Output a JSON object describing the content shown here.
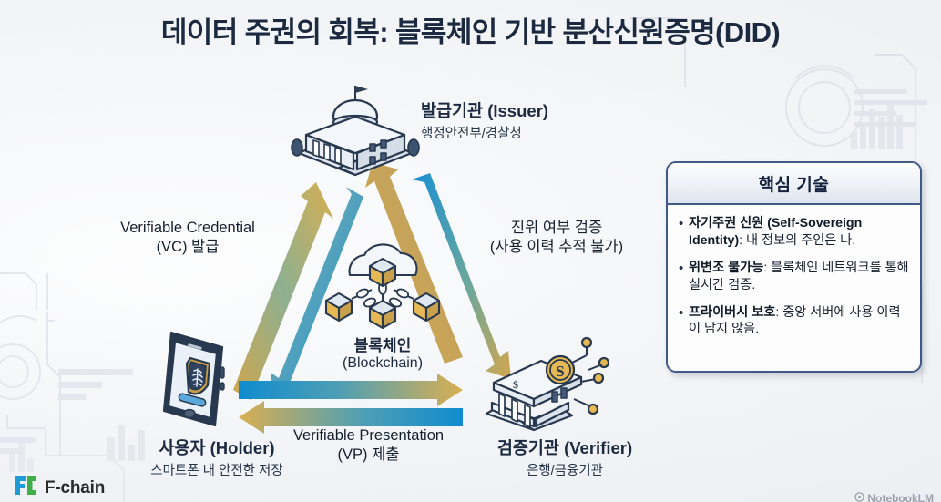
{
  "title": "데이터 주권의 회복: 블록체인 기반 분산신원증명(DID)",
  "nodes": {
    "issuer": {
      "title": "발급기관 (Issuer)",
      "subtitle": "행정안전부/경찰청",
      "icon": "government-building-icon"
    },
    "holder": {
      "title": "사용자 (Holder)",
      "subtitle": "스마트폰 내 안전한 저장",
      "icon": "smartphone-shield-fingerprint-icon"
    },
    "verifier": {
      "title": "검증기관 (Verifier)",
      "subtitle": "은행/금융기관",
      "icon": "bank-building-icon"
    },
    "blockchain": {
      "title": "블록체인",
      "subtitle": "(Blockchain)",
      "icon": "blockchain-cloud-nodes-icon"
    }
  },
  "arrows": {
    "vc": {
      "line1": "Verifiable Credential",
      "line2": "(VC) 발급"
    },
    "verify": {
      "line1": "진위 여부 검증",
      "line2": "(사용 이력 추적 불가)"
    },
    "vp": {
      "line1": "Verifiable Presentation",
      "line2": "(VP) 제출"
    }
  },
  "key_panel": {
    "header": "핵심 기술",
    "bullets": [
      {
        "bold": "자기주권 신원 (Self-Sovereign Identity)",
        "rest": ": 내 정보의 주인은 나."
      },
      {
        "bold": "위변조 불가능",
        "rest": ": 블록체인 네트워크를 통해 실시간 검증."
      },
      {
        "bold": "프라이버시 보호",
        "rest": ": 중앙 서버에 사용 이력이 남지 않음."
      }
    ]
  },
  "logo": {
    "text": "F-chain",
    "mark": "f-chain-logo-icon"
  },
  "watermark": {
    "text": "NotebookLM",
    "icon": "notebooklm-icon"
  },
  "colors": {
    "title_navy": "#1b2a41",
    "arrow_blue": "#1b8fd0",
    "arrow_gold": "#d4a94a",
    "panel_border": "#3f5a87",
    "logo_blue": "#1f9bd8",
    "logo_green": "#3fae49"
  }
}
